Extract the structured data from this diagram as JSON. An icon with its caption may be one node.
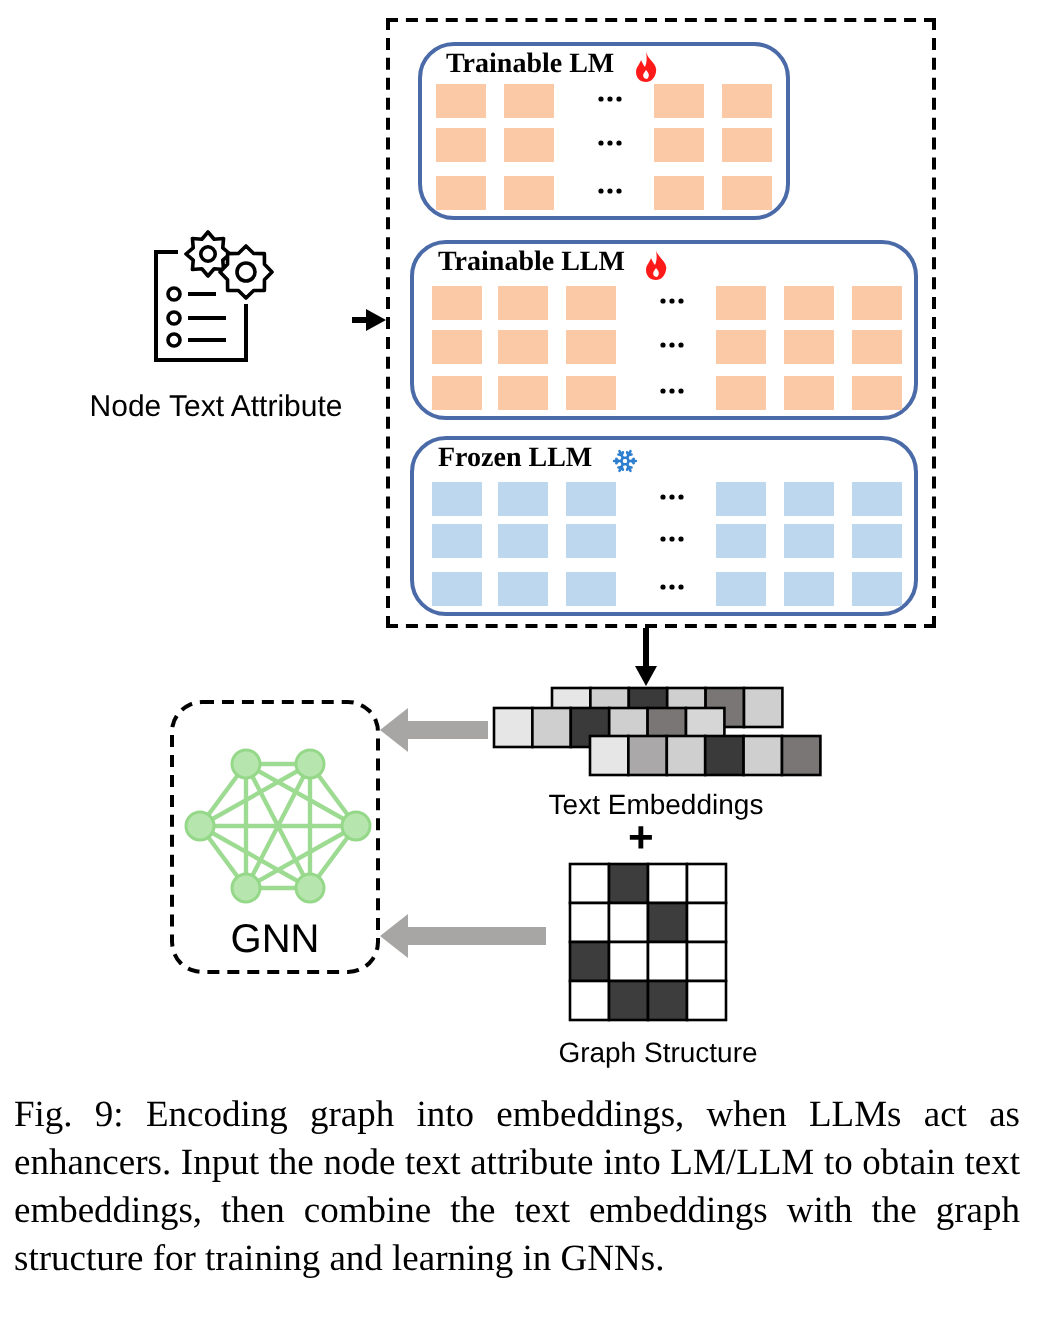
{
  "diagram": {
    "caption": "Fig. 9: Encoding graph into embeddings, when LLMs act as enhancers. Input the node text attribute into LM/LLM to obtain text embeddings, then combine the text embeddings with the graph structure for training and learning in GNNs.",
    "nodes": [
      {
        "text": [
          "Node Text Attribute"
        ]
      },
      {
        "text": [],
        "shape": "box"
      },
      {
        "text": [
          "Trainable LM"
        ],
        "in": 1
      },
      {
        "text": [
          "Trainable LLM"
        ],
        "in": 1
      },
      {
        "text": [
          "Frozen LLM"
        ],
        "in": 1
      },
      {
        "text": [
          "Text Embeddings"
        ]
      },
      {
        "text": [
          "Graph Structure"
        ]
      },
      {
        "text": [
          "GNN"
        ]
      }
    ],
    "edges": [
      {
        "from": 0,
        "to": 1,
        "arrow": "to"
      },
      {
        "from": 1,
        "to": 5,
        "arrow": "to"
      },
      {
        "from": 5,
        "to": 7,
        "arrow": "to",
        "style": "thick",
        "color": "#a8a5a5"
      },
      {
        "from": 6,
        "to": 7,
        "arrow": "to",
        "style": "thick",
        "color": "#a8a5a5"
      }
    ],
    "labels": [
      "+"
    ]
  }
}
